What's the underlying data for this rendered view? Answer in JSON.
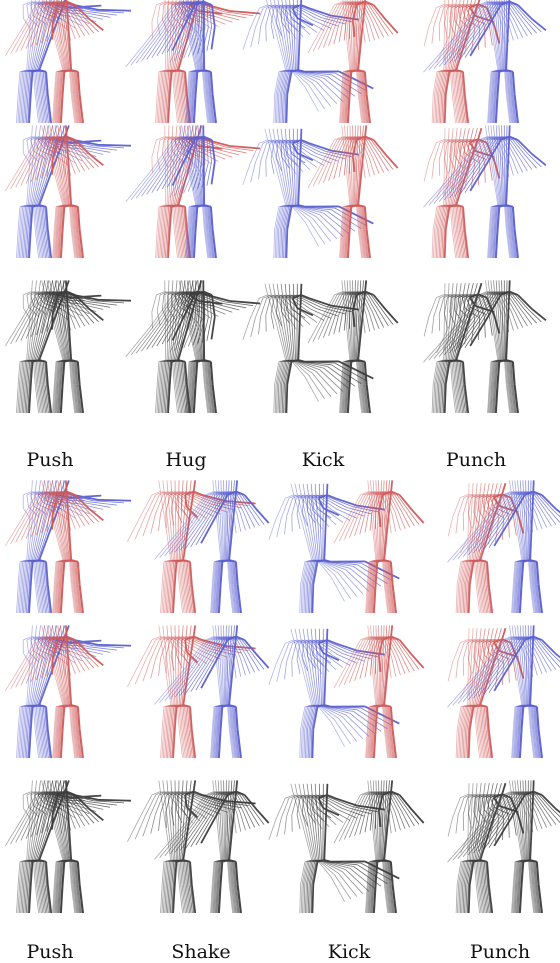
{
  "colors": {
    "blue": "#5a5fd0",
    "red": "#d05a5a",
    "gray": "#3c3c3c"
  },
  "top_block": {
    "labels": [
      "Push",
      "Hug",
      "Kick",
      "Punch"
    ],
    "rows": [
      {
        "row": "top",
        "style": "color"
      },
      {
        "row": "middle",
        "style": "color"
      },
      {
        "row": "bottom",
        "style": "gray"
      }
    ]
  },
  "bottom_block": {
    "labels": [
      "Push",
      "Shake",
      "Kick",
      "Punch"
    ],
    "rows": [
      {
        "row": "top",
        "style": "color"
      },
      {
        "row": "middle",
        "style": "color"
      },
      {
        "row": "bottom",
        "style": "gray"
      }
    ]
  }
}
